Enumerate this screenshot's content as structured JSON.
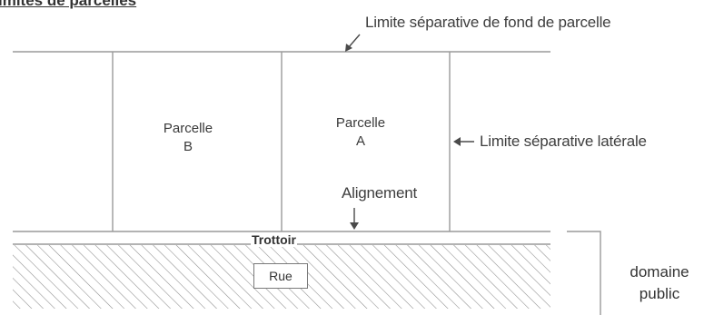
{
  "title": "imites de parcelles",
  "labels": {
    "fond": "Limite séparative de fond de parcelle",
    "laterale": "Limite séparative latérale",
    "alignement": "Alignement",
    "trottoir": "Trottoir",
    "rue": "Rue"
  },
  "parcels": {
    "b": {
      "line1": "Parcelle",
      "line2": "B"
    },
    "a": {
      "line1": "Parcelle",
      "line2": "A"
    }
  },
  "domaine": {
    "line1": "domaine",
    "line2": "public"
  },
  "colors": {
    "line": "#9a9a9a",
    "hatch": "#8c8c8c",
    "text": "#3e3e3e"
  }
}
